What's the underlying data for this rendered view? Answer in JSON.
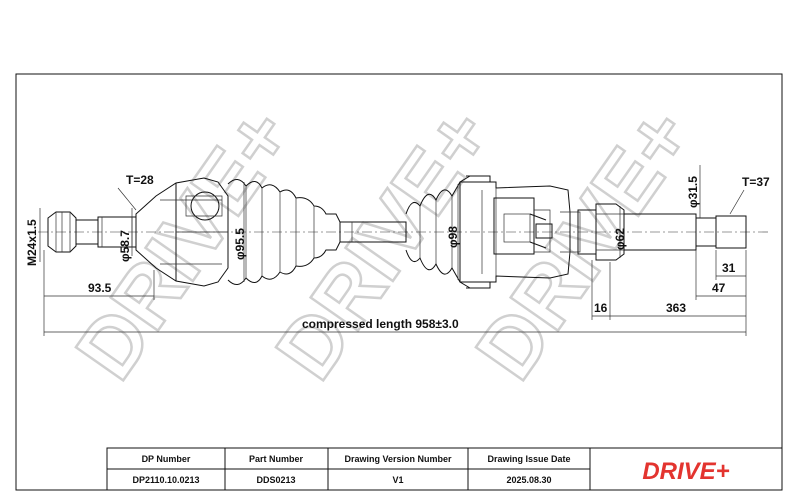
{
  "watermark": "DRIVE+",
  "logo_text": "DRIVE+",
  "logo_color": "#e3342f",
  "dimensions": {
    "t_left": "T=28",
    "t_right": "T=37",
    "thread": "M24x1.5",
    "d_58_7": "φ58.7",
    "d_95_5": "φ95.5",
    "d_98": "φ98",
    "d_62": "φ62",
    "d_31_5": "φ31.5",
    "len_93_5": "93.5",
    "len_31": "31",
    "len_47": "47",
    "len_16": "16",
    "len_363": "363",
    "compressed": "compressed length 958±3.0"
  },
  "title_block": {
    "headers": [
      "DP Number",
      "Part Number",
      "Drawing Version Number",
      "Drawing Issue Date"
    ],
    "values": [
      "DP2110.10.0213",
      "DDS0213",
      "V1",
      "2025.08.30"
    ]
  }
}
